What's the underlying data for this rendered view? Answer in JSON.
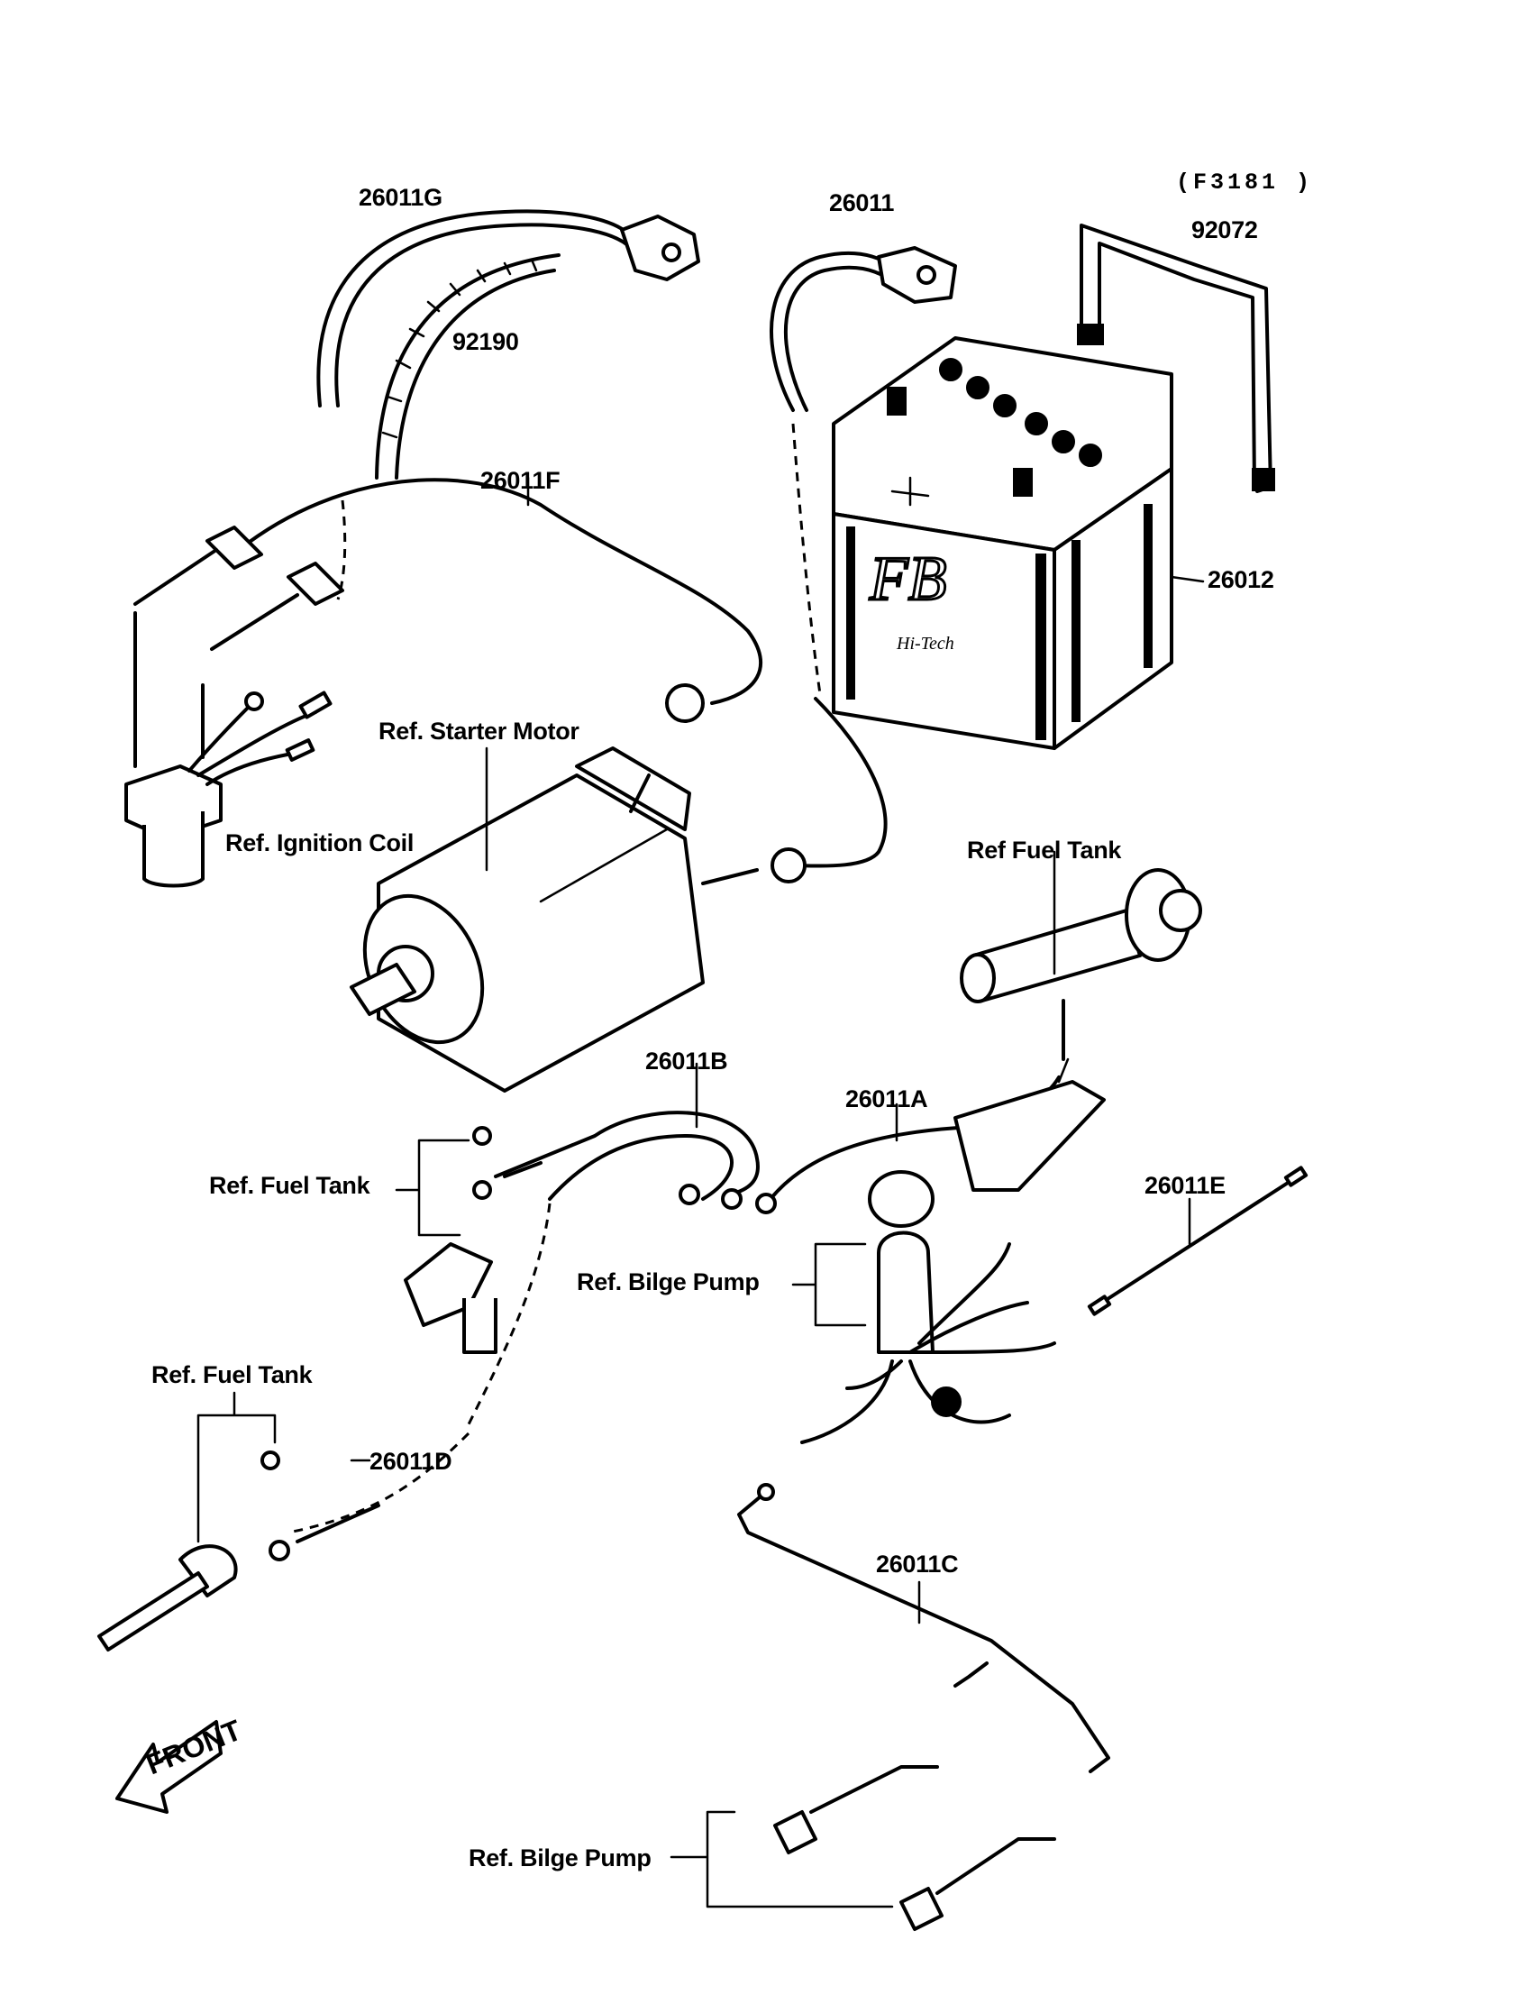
{
  "diagram": {
    "catalog_code": "(F3181 )",
    "front_label": "FRONT",
    "parts": {
      "harness_g": "26011G",
      "grommet": "92190",
      "cable_main": "26011",
      "battery_strap": "92072",
      "cable_f": "26011F",
      "battery": "26012",
      "cable_b": "26011B",
      "cable_a": "26011A",
      "cable_e": "26011E",
      "cable_d": "26011D",
      "cable_c": "26011C"
    },
    "references": {
      "starter_motor": "Ref. Starter Motor",
      "ignition_coil": "Ref. Ignition Coil",
      "fuel_tank_top": "Ref  Fuel Tank",
      "fuel_tank_mid": "Ref. Fuel Tank",
      "bilge_pump_mid": "Ref. Bilge Pump",
      "fuel_tank_left": "Ref. Fuel Tank",
      "bilge_pump_bottom": "Ref. Bilge Pump"
    },
    "battery_branding": {
      "logo": "FB",
      "brand_script": "Hi-Tech"
    }
  }
}
